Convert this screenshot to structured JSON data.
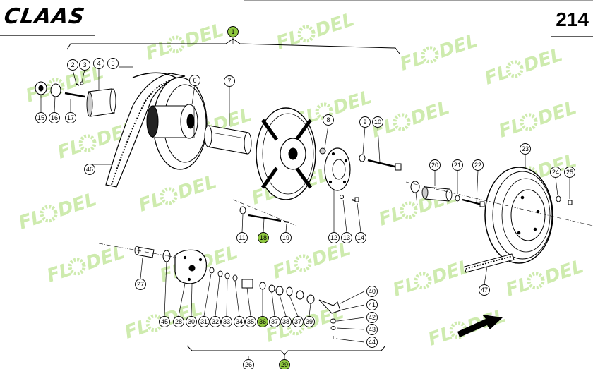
{
  "header": {
    "brand": "CLAAS",
    "page_number": "214"
  },
  "watermark": {
    "text": "FL DEL"
  },
  "colors": {
    "highlight_ring": "#8fc740",
    "watermark": "#c6e8a0",
    "ink": "#000000"
  },
  "callouts": [
    "1",
    "2",
    "3",
    "4",
    "5",
    "6",
    "7",
    "8",
    "9",
    "10",
    "11",
    "12",
    "13",
    "14",
    "15",
    "16",
    "17",
    "18",
    "19",
    "20",
    "21",
    "22",
    "23",
    "24",
    "25",
    "26",
    "27",
    "28",
    "29",
    "30",
    "31",
    "32",
    "33",
    "34",
    "35",
    "36",
    "37",
    "38",
    "39",
    "40",
    "41",
    "42",
    "43",
    "44",
    "45",
    "46",
    "47"
  ],
  "highlighted": [
    "1",
    "18",
    "29",
    "36"
  ]
}
